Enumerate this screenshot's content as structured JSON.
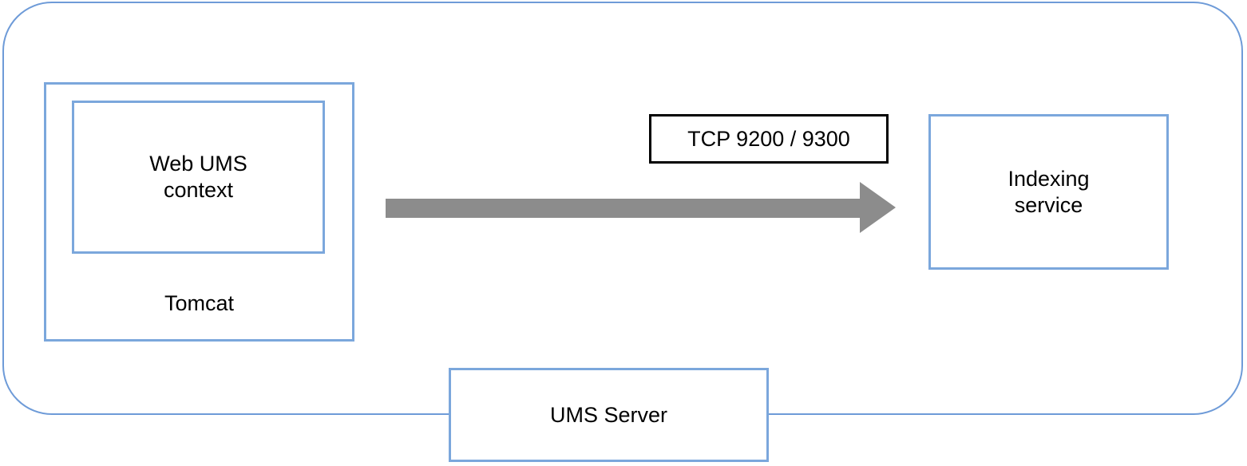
{
  "diagram": {
    "type": "architecture-block-diagram",
    "background_color": "#ffffff",
    "node_border_color": "#7BA7DC",
    "boundary_border_color": "#6E9BD8",
    "arrow_color": "#8C8C8C",
    "label_border_color": "#000000",
    "text_color": "#000000",
    "boundary": {
      "name": "UMS Server",
      "label": "UMS Server"
    },
    "nodes": [
      {
        "id": "tomcat",
        "label": "Tomcat"
      },
      {
        "id": "web-ums-context",
        "label": "Web UMS\ncontext"
      },
      {
        "id": "indexing-service",
        "label": "Indexing\nservice"
      },
      {
        "id": "ums-server",
        "label": "UMS Server"
      }
    ],
    "connections": [
      {
        "id": "tomcat-to-indexing",
        "from": "web-ums-context",
        "to": "indexing-service",
        "label": "TCP 9200 / 9300",
        "direction": "right",
        "style": "block-arrow",
        "color": "#8C8C8C"
      }
    ]
  }
}
